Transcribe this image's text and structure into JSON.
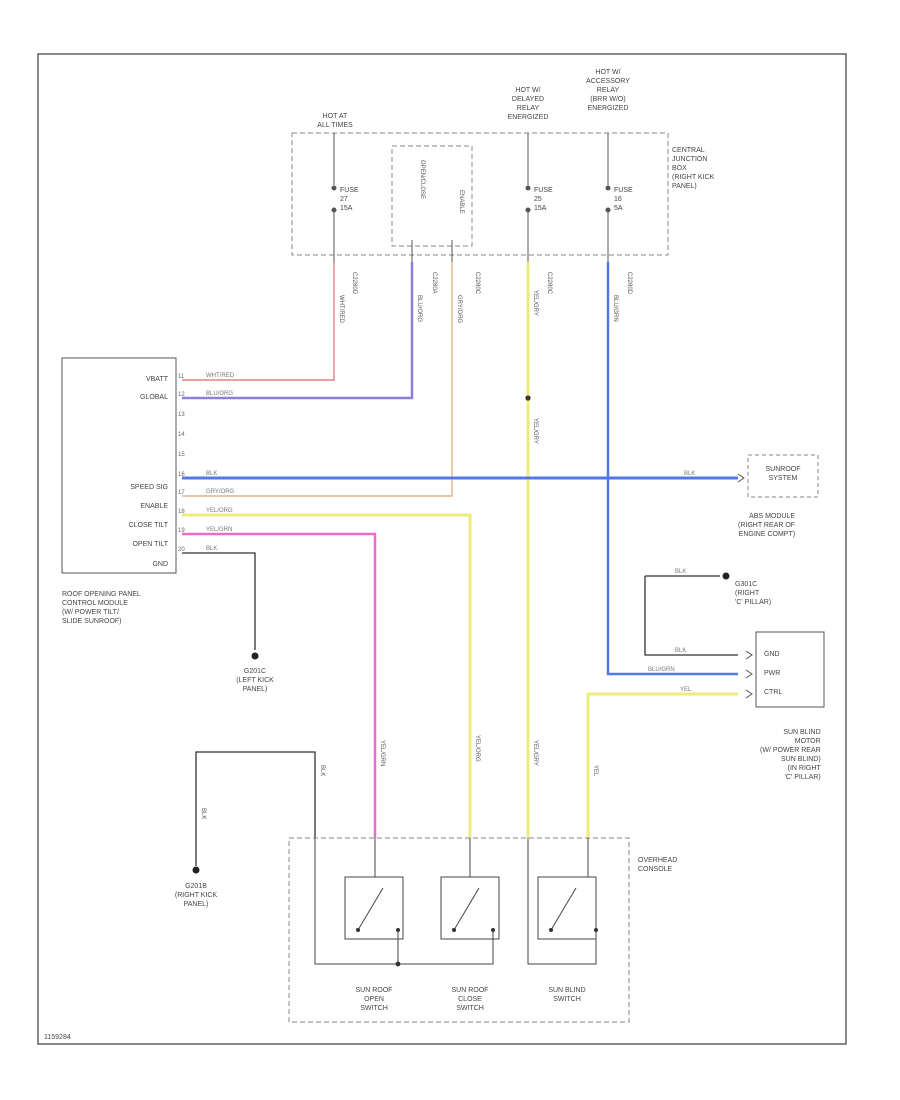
{
  "power": {
    "hot_at_all_times": "HOT AT\nALL TIMES",
    "hot_delayed_relay": "HOT W/\nDELAYED\nRELAY\nENERGIZED",
    "hot_accessory_relay": "HOT W/\nACCESSORY\nRELAY\n(BRR W/O)\nENERGIZED"
  },
  "fuses": {
    "fuse_a": "FUSE\n27\n15A",
    "fuse_b": "FUSE\n25\n15A",
    "fuse_c": "FUSE\n16\n5A",
    "open_close": "OPEN/CLOSE",
    "enable": "ENABLE"
  },
  "junction_box": "CENTRAL\nJUNCTION\nBOX\n(RIGHT KICK\nPANEL)",
  "connectors_top": [
    "C2280D",
    "C2280A",
    "C2280C",
    "C2280C",
    "C2280D"
  ],
  "wire_colors_top": [
    "WHT/RED",
    "BLU/ORG",
    "GRY/ORG",
    "YEL/GRY",
    "BLU/GRN"
  ],
  "module": {
    "pins": [
      "VBATT",
      "GLOBAL",
      "",
      "",
      "",
      "SPEED SIG",
      "ENABLE",
      "CLOSE TILT",
      "OPEN TILT",
      "GND"
    ],
    "pin_numbers": [
      "11",
      "12",
      "13",
      "14",
      "15",
      "16",
      "17",
      "18",
      "19",
      "20"
    ],
    "wire_labels": [
      "WHT/RED",
      "BLU/ORG",
      "",
      "",
      "",
      "BLK",
      "GRY/ORG",
      "YEL/ORG",
      "YEL/GRN",
      "BLK"
    ],
    "label": "ROOF OPENING PANEL\nCONTROL MODULE\n(W/ POWER TILT/\nSLIDE SUNROOF)"
  },
  "grounds": {
    "left_kick": "G201C\n(LEFT KICK\nPANEL)",
    "right_kick": "G201B\n(RIGHT KICK\nPANEL)",
    "c_pillar": "G301C\n(RIGHT\n'C' PILLAR)"
  },
  "sunroof_relay": "SUNROOF\nSYSTEM",
  "abs_module": "ABS MODULE\n(RIGHT REAR OF\nENGINE COMPT)",
  "sun_blind_motor": {
    "pins": [
      "GND",
      "PWR",
      "CTRL"
    ],
    "label": "SUN BLIND\nMOTOR\n(W/ POWER REAR\nSUN BLIND)\n(IN RIGHT\n'C' PILLAR)"
  },
  "motor_wire_labels": [
    "BLK",
    "BLK",
    "BLU/GRN",
    "YEL"
  ],
  "vertical_wire_labels": [
    "YEL/GRY",
    "YEL/GRN",
    "YEL/ORG",
    "YEL/GRY",
    "YEL",
    "BLK",
    "BLK"
  ],
  "overhead_console": "OVERHEAD\nCONSOLE",
  "switches": [
    {
      "label": "SUN ROOF\nOPEN\nSWITCH"
    },
    {
      "label": "SUN ROOF\nCLOSE\nSWITCH"
    },
    {
      "label": "SUN BLIND\nSWITCH"
    }
  ],
  "diagram_id": "1159284",
  "colors": {
    "wht_red": "#e87f7f",
    "blu_org": "#8f7fd8",
    "gry_org": "#e0b487",
    "yel": "#ecec7a",
    "yel_grn": "#e7e55a",
    "blu": "#5277e6",
    "pink": "#ee6acb",
    "black": "#333333"
  }
}
